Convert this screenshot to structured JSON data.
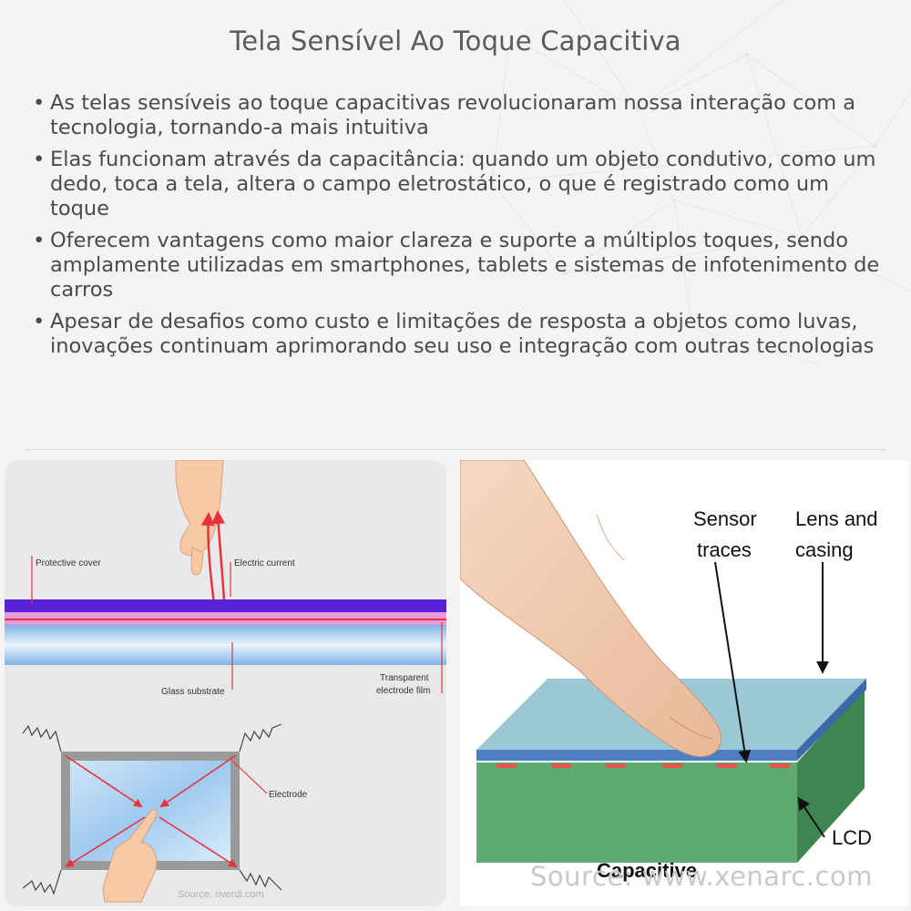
{
  "title": "Tela Sensível Ao Toque Capacitiva",
  "bullets": [
    "As telas sensíveis ao toque capacitivas revolucionaram nossa interação com a tecnologia, tornando-a mais intuitiva",
    "Elas funcionam através da capacitância: quando um objeto condutivo, como um dedo, toca a tela, altera o campo eletrostático, o que é registrado como um toque",
    "Oferecem vantagens como maior clareza e suporte a múltiplos toques, sendo amplamente utilizadas em smartphones, tablets e sistemas de infotenimento de carros",
    "Apesar de desafios como custo e limitações de resposta a objetos como luvas, inovações continuam aprimorando seu uso e integração com outras tecnologias"
  ],
  "bullet_symbol": "•",
  "left_diagram": {
    "protective_cover": "Protective cover",
    "electric_current": "Electric current",
    "glass_substrate": "Glass substrate",
    "transparent_line1": "Transparent",
    "transparent_line2": "electrode film",
    "electrode": "Electrode",
    "source": "Source: riverdi.com"
  },
  "right_diagram": {
    "sensor_line1": "Sensor",
    "sensor_line2": "traces",
    "lens_line1": "Lens and",
    "lens_line2": "casing",
    "lcd": "LCD",
    "capacitive": "Capacitive",
    "source": "Source: www.xenarc.com"
  },
  "colors": {
    "cover_purple": "#5a22d8",
    "current_red": "#e8333c",
    "glass_blue": "#a9cdee",
    "lens_blue": "#9cc8d6",
    "lcd_green": "#5aa06a",
    "trace_red": "#e05a4a"
  }
}
